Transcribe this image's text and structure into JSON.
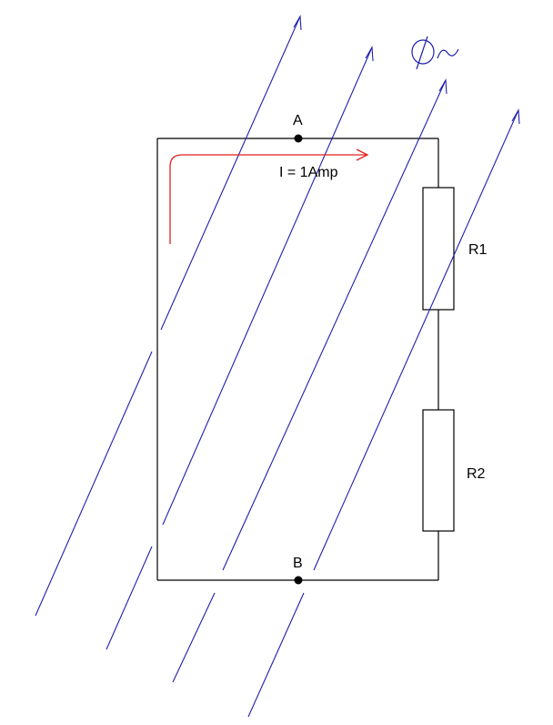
{
  "diagram": {
    "node_a_label": "A",
    "node_b_label": "B",
    "current_label": "I = 1Amp",
    "resistor_1_label": "R1",
    "resistor_2_label": "R2",
    "flux_symbol": "Φ~",
    "colors": {
      "wire": "#000000",
      "flux_lines": "#1f1fb0",
      "current_arrow": "#e02020"
    }
  }
}
